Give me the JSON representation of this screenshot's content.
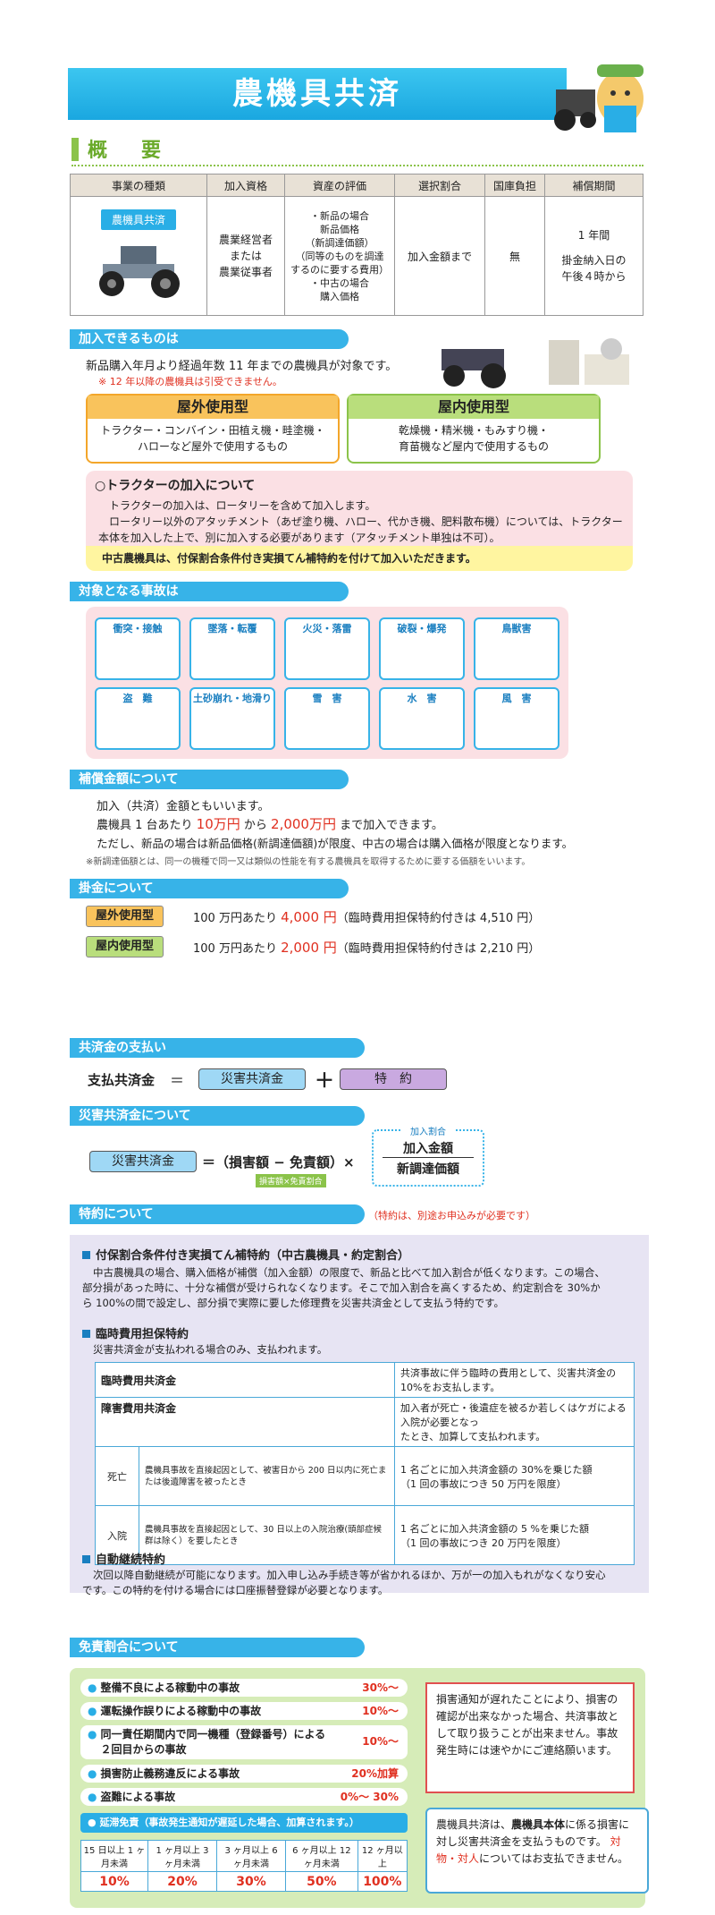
{
  "header": {
    "title": "農機具共済"
  },
  "overview": {
    "heading": "概　要",
    "columns": [
      "事業の種類",
      "加入資格",
      "資産の評価",
      "選択割合",
      "国庫負担",
      "補償期間"
    ],
    "row": {
      "type_badge": "農機具共済",
      "qualification": [
        "農業経営者",
        "または",
        "農業従事者"
      ],
      "valuation": [
        "・新品の場合",
        "新品価格",
        "（新調達価額）",
        "（同等のものを調達",
        "するのに要する費用）",
        "・中古の場合",
        "購入価格"
      ],
      "ratio": "加入金額まで",
      "subsidy": "無",
      "period": [
        "1 年間",
        "掛金納入日の",
        "午後４時から"
      ]
    }
  },
  "join": {
    "heading": "加入できるものは",
    "desc": "新品購入年月より経過年数 11 年までの農機具が対象です。",
    "note": "※ 12 年以降の農機具は引受できません。",
    "outdoor": {
      "title": "屋外使用型",
      "body": [
        "トラクター・コンバイン・田植え機・畦塗機・",
        "ハローなど屋外で使用するもの"
      ]
    },
    "indoor": {
      "title": "屋内使用型",
      "body": [
        "乾燥機・精米機・もみすり機・",
        "育苗機など屋内で使用するもの"
      ]
    },
    "tractor": {
      "title": "○トラクターの加入について",
      "p1": "トラクターの加入は、ロータリーを含めて加入します。",
      "p2": "ロータリー以外のアタッチメント（あぜ塗り機、ハロー、代かき機、肥料散布機）については、トラクター",
      "p3": "本体を加入した上で、別に加入する必要があります（アタッチメント単独は不可）。",
      "used": "中古農機具は、付保割合条件付き実損てん補特約を付けて加入いただきます。"
    }
  },
  "accidents": {
    "heading": "対象となる事故は",
    "items": [
      "衝突・接触",
      "墜落・転覆",
      "火災・落雷",
      "破裂・爆発",
      "鳥獣害",
      "盗　難",
      "土砂崩れ・地滑り",
      "雪　害",
      "水　害",
      "風　害"
    ]
  },
  "coverage": {
    "heading": "補償金額について",
    "l1": "加入（共済）金額ともいいます。",
    "l2a": "農機具 1 台あたり ",
    "l2b": "10万円",
    "l2c": " から ",
    "l2d": "2,000万円",
    "l2e": " まで加入できます。",
    "l3": "ただし、新品の場合は新品価格(新調達価額)が限度、中古の場合は購入価格が限度となります。",
    "note": "※新調達価額とは、同一の機種で同一又は類似の性能を有する農機具を取得するために要する価額をいいます。"
  },
  "premium": {
    "heading": "掛金について",
    "rows": [
      {
        "type": "屋外使用型",
        "a": "100 万円あたり ",
        "price": "4,000 円",
        "extra": "（臨時費用担保特約付きは 4,510 円）"
      },
      {
        "type": "屋内使用型",
        "a": "100 万円あたり ",
        "price": "2,000 円",
        "extra": "（臨時費用担保特約付きは 2,210 円）"
      }
    ]
  },
  "payment": {
    "heading": "共済金の支払い",
    "lhs": "支払共済金",
    "eq": "＝",
    "a": "災害共済金",
    "plus": "＋",
    "b": "特　約"
  },
  "disaster": {
    "heading": "災害共済金について",
    "lhs": "災害共済金",
    "formula": "＝（損害額 − 免責額）×",
    "sub": "損害額×免責割合",
    "frac_label": "加入割合",
    "num": "加入金額",
    "den": "新調達価額"
  },
  "special": {
    "heading": "特約について",
    "note": "（特約は、別途お申込みが必要です）",
    "s1_title": "付保割合条件付き実損てん補特約（中古農機具・約定割合）",
    "s1_body": [
      "中古農機具の場合、購入価格が補償（加入金額）の限度で、新品と比べて加入割合が低くなります。この場合、",
      "部分損があった時に、十分な補償が受けられなくなります。そこで加入割合を高くするため、約定割合を 30%か",
      "ら 100%の間で設定し、部分損で実際に要した修理費を災害共済金として支払う特約です。"
    ],
    "s2_title": "臨時費用担保特約",
    "s2_lead": "災害共済金が支払われる場合のみ、支払われます。",
    "r1a": "臨時費用共済金",
    "r1b": "共済事故に伴う臨時の費用として、災害共済金の 10%をお支払します。",
    "r2a": "障害費用共済金",
    "r2b1": "加入者が死亡・後遺症を被るか若しくはケガによる入院が必要となっ",
    "r2b2": "たとき、加算して支払われます。",
    "r3a": "死亡",
    "r3b": "農機具事故を直接起因として、被害日から 200 日以内に死亡または後遺障害を被ったとき",
    "r3c1": "1 名ごとに加入共済金額の 30%を乗じた額",
    "r3c2": "（1 回の事故につき 50 万円を限度）",
    "r4a": "入院",
    "r4b": "農機具事故を直接起因として、30 日以上の入院治療(頭部症候群は除く）を要したとき",
    "r4c1": "1 名ごとに加入共済金額の 5 %を乗じた額",
    "r4c2": "（1 回の事故につき 20 万円を限度）",
    "s3_title": "自動継続特約",
    "s3_body": [
      "次回以降自動継続が可能になります。加入申し込み手続き等が省かれるほか、万が一の加入もれがなくなり安心",
      "です。この特約を付ける場合には口座振替登録が必要となります。"
    ]
  },
  "deductible": {
    "heading": "免責割合について",
    "lines": [
      {
        "label": "整備不良による稼動中の事故",
        "pct": "30%〜"
      },
      {
        "label": "運転操作誤りによる稼動中の事故",
        "pct": "10%〜"
      },
      {
        "label": "同一責任期間内で同一機種（登録番号）による２回目からの事故",
        "pct": "10%〜"
      },
      {
        "label": "損害防止義務違反による事故",
        "pct": "20%加算"
      },
      {
        "label": "盗難による事故",
        "pct": "0%〜 30%"
      }
    ],
    "late_title": "延滞免責（事故発生通知が遅延した場合、加算されます。）",
    "late_periods": [
      "15 日以上 1 ヶ月未満",
      "1 ヶ月以上 3 ヶ月未満",
      "3 ヶ月以上 6 ヶ月未満",
      "6 ヶ月以上 12 ヶ月未満",
      "12 ヶ月以上"
    ],
    "late_pct": [
      "10%",
      "20%",
      "30%",
      "50%",
      "100%"
    ],
    "notice": "損害通知が遅れたことにより、損害の確認が出来なかった場合、共済事故として取り扱うことが出来ません。事故発生時には速やかにご連絡願います。",
    "body_note1": "農機具共済は、",
    "body_note2": "農機具本体",
    "body_note3": "に係る損害に対し災害共済金を支払うものです。",
    "body_note4": "対物・対人",
    "body_note5": "についてはお支払できません。"
  }
}
